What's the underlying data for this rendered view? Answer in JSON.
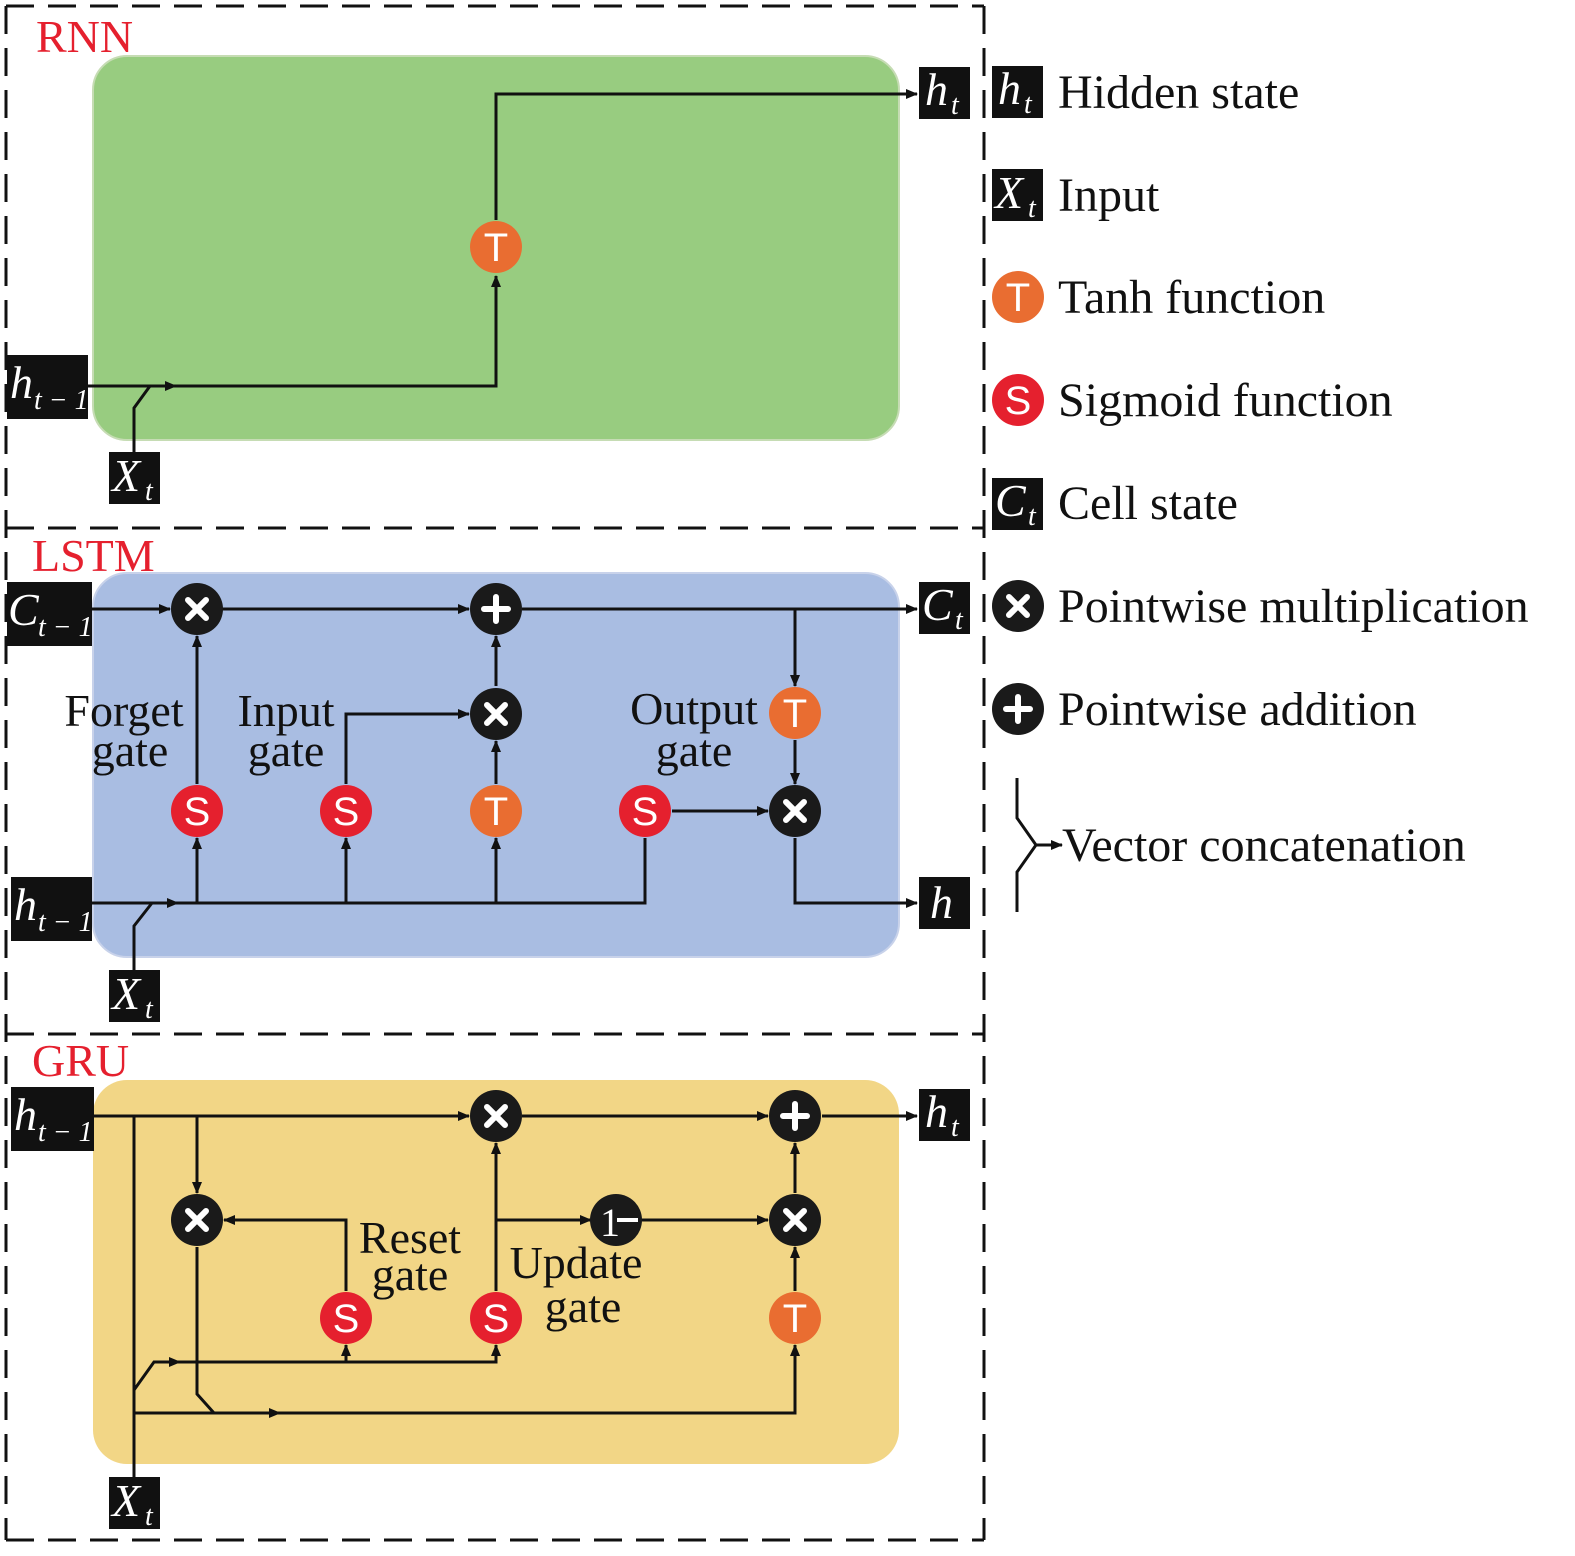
{
  "sections": {
    "rnn": "RNN",
    "lstm": "LSTM",
    "gru": "GRU"
  },
  "symbols": {
    "h": "h",
    "X": "X",
    "C": "C",
    "sub_t": "t",
    "sub_t_minus_1": "t − 1",
    "sigmoid": "S",
    "tanh": "T",
    "one_minus": "1"
  },
  "lstm_labels": {
    "forget": [
      "Forget",
      "gate"
    ],
    "input": [
      "Input",
      "gate"
    ],
    "output": [
      "Output",
      "gate"
    ]
  },
  "gru_labels": {
    "reset": [
      "Reset",
      "gate"
    ],
    "update": [
      "Update",
      "gate"
    ]
  },
  "legend": {
    "hidden_state": "Hidden state",
    "input": "Input",
    "tanh": "Tanh function",
    "sigmoid": "Sigmoid function",
    "cell_state": "Cell state",
    "mult": "Pointwise multiplication",
    "add": "Pointwise addition",
    "concat": "Vector concatenation"
  },
  "colors": {
    "rnn_bg": "#98cc80",
    "lstm_bg": "#a9bde2",
    "gru_bg": "#f2d686",
    "sigmoid": "#e5202e",
    "tanh": "#e96d31",
    "node": "#1a1a1a",
    "title": "#e5202e"
  }
}
